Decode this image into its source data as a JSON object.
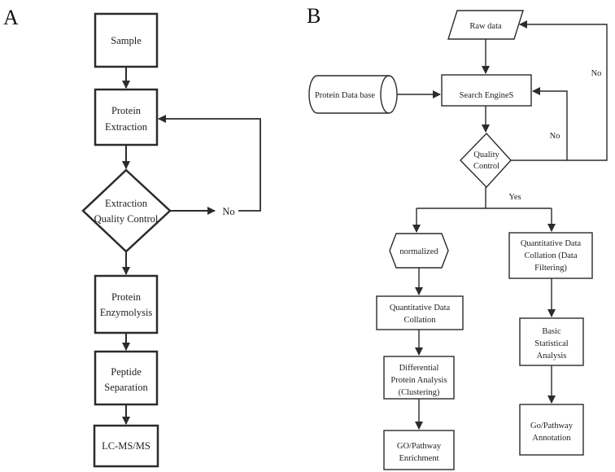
{
  "panels": {
    "a": "A",
    "b": "B"
  },
  "flow_a": {
    "sample": "Sample",
    "protein_extraction": [
      "Protein",
      "Extraction"
    ],
    "extraction_qc": [
      "Extraction",
      "Quality Control"
    ],
    "no": "No",
    "protein_enzymolysis": [
      "Protein",
      "Enzymolysis"
    ],
    "peptide_separation": [
      "Peptide",
      "Separation"
    ],
    "lcms": "LC-MS/MS"
  },
  "flow_b": {
    "raw_data": "Raw data",
    "protein_database": "Protein Data base",
    "search_engine": "Search EngineS",
    "quality_control": [
      "Quality",
      "Control"
    ],
    "no_inner": "No",
    "no_outer": "No",
    "yes": "Yes",
    "normalized": "normalized",
    "quant_collation_left": [
      "Quantitative Data",
      "Collation"
    ],
    "differential": [
      "Differential",
      "Protein Analysis",
      "(Clustering)"
    ],
    "go_enrichment": [
      "GO/Pathway",
      "Enrichment"
    ],
    "quant_collation_right": [
      "Quantitative Data",
      "Collation (Data",
      "Filtering)"
    ],
    "basic_stats": [
      "Basic",
      "Statistical",
      "Analysis"
    ],
    "go_annotation": [
      "Go/Pathway",
      "Annotation"
    ]
  },
  "colors": {
    "stroke": "#2b2b2b",
    "text": "#1e1e1e",
    "background": "#ffffff"
  }
}
